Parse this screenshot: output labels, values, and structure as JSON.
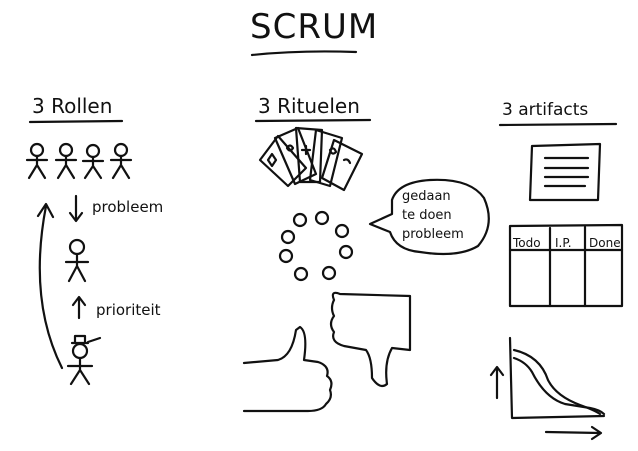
{
  "title": "SCRUM",
  "sections": {
    "rollen": {
      "heading": "3 Rollen",
      "arrow_down_label": "probleem",
      "arrow_up_label": "prioriteit"
    },
    "rituelen": {
      "heading": "3 Rituelen",
      "bubble": [
        "gedaan",
        "te doen",
        "probleem"
      ]
    },
    "artifacts": {
      "heading": "3 artifacts",
      "board_columns": [
        "Todo",
        "I.P.",
        "Done"
      ]
    }
  }
}
